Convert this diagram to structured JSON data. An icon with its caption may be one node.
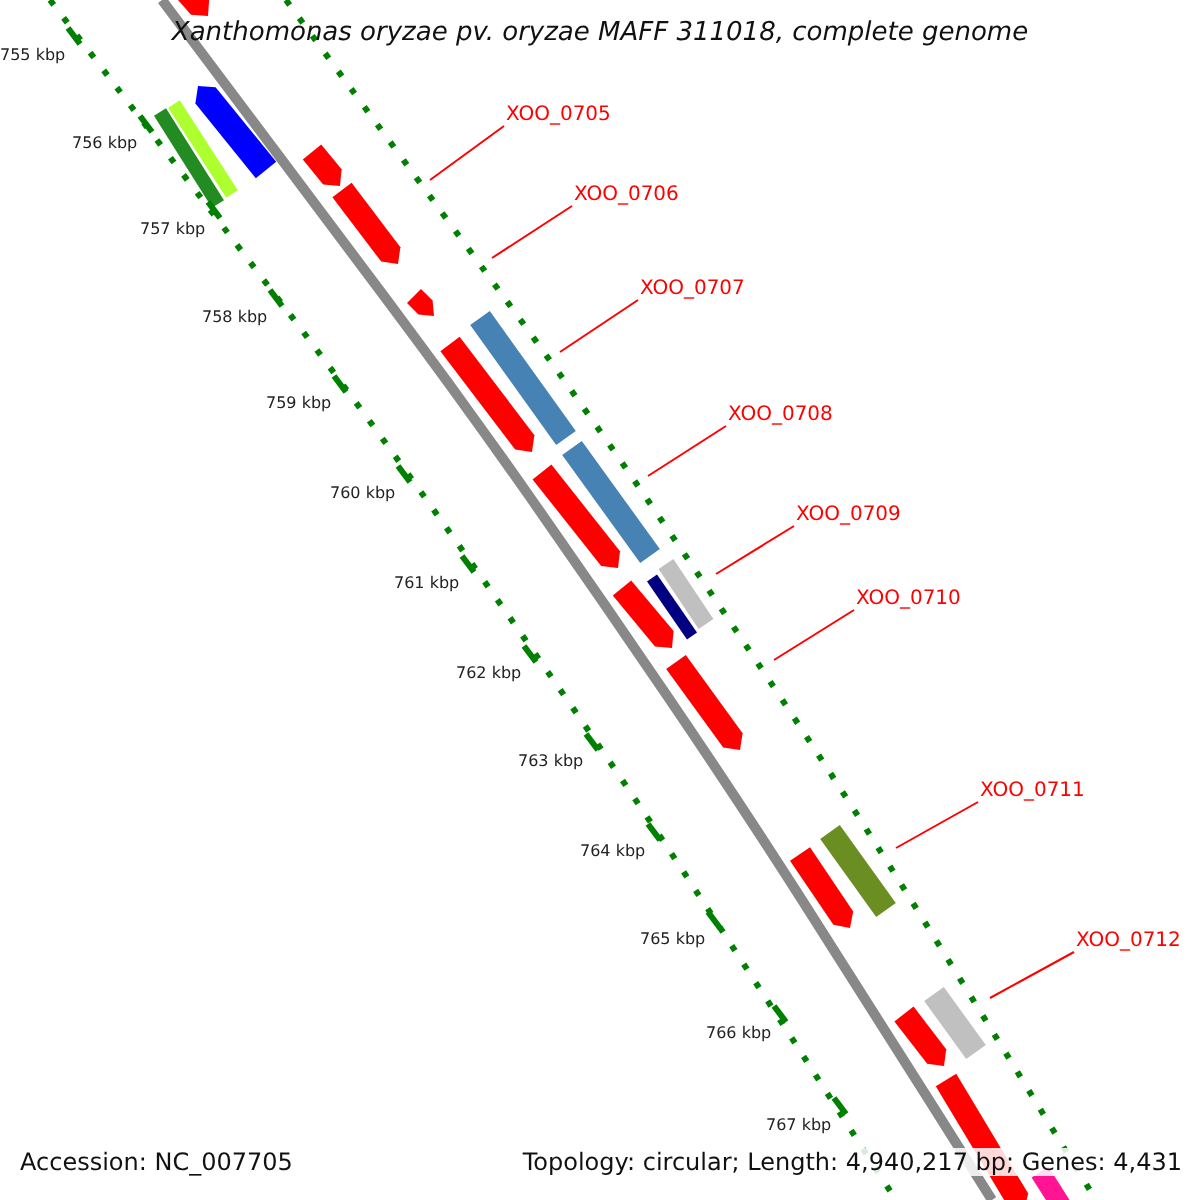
{
  "diagram": {
    "title": "Xanthomonas oryzae pv. oryzae MAFF 311018, complete genome",
    "nodes": [
      {
        "text": [
          "XOO_0705"
        ]
      },
      {
        "text": [
          "XOO_0706"
        ]
      },
      {
        "text": [
          "XOO_0707"
        ]
      },
      {
        "text": [
          "XOO_0708"
        ]
      },
      {
        "text": [
          "XOO_0709"
        ]
      },
      {
        "text": [
          "XOO_0710"
        ]
      },
      {
        "text": [
          "XOO_0711"
        ]
      },
      {
        "text": [
          "XOO_0712"
        ]
      }
    ],
    "edges": [
      {
        "from": 0,
        "to": null,
        "arrow": "none"
      },
      {
        "from": 1,
        "to": null,
        "arrow": "none"
      },
      {
        "from": 2,
        "to": null,
        "arrow": "none"
      },
      {
        "from": 3,
        "to": null,
        "arrow": "none"
      },
      {
        "from": 4,
        "to": null,
        "arrow": "none"
      },
      {
        "from": 5,
        "to": null,
        "arrow": "none"
      },
      {
        "from": 6,
        "to": null,
        "arrow": "none"
      },
      {
        "from": 7,
        "to": null,
        "arrow": "none"
      }
    ],
    "labels": [
      "755 kbp",
      "756 kbp",
      "757 kbp",
      "758 kbp",
      "759 kbp",
      "760 kbp",
      "761 kbp",
      "762 kbp",
      "763 kbp",
      "764 kbp",
      "765 kbp",
      "766 kbp",
      "767 kbp",
      "Accession: NC_007705",
      "Topology: circular; Length: 4,940,217 bp; Genes: 4,431"
    ]
  }
}
